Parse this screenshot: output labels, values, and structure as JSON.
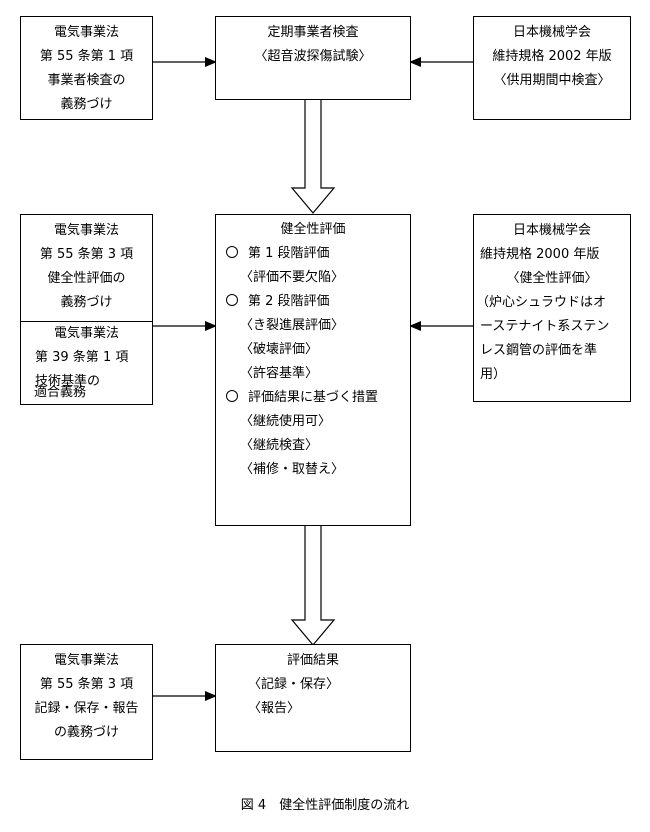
{
  "top_left": {
    "lines": [
      "電気事業法",
      "第 55 条第 1 項",
      "事業者検査の",
      "義務づけ"
    ]
  },
  "top_center": {
    "lines": [
      "定期事業者検査",
      "〈超音波探傷試験〉"
    ]
  },
  "top_right": {
    "lines": [
      "日本機械学会",
      "維持規格 2002 年版",
      "〈供用期間中検査〉"
    ]
  },
  "mid_left_upper": {
    "lines": [
      "電気事業法",
      "第 55 条第 3 項",
      "健全性評価の",
      "義務づけ"
    ]
  },
  "mid_left_lower": {
    "lines": [
      "電気事業法",
      "第 39 条第 1 項",
      "技術基準の",
      "適合義務"
    ]
  },
  "center": {
    "title": "健全性評価",
    "items": [
      {
        "heading": "第 1 段階評価",
        "subs": [
          "〈評価不要欠陥〉"
        ]
      },
      {
        "heading": "第 2 段階評価",
        "subs": [
          "〈き裂進展評価〉",
          "〈破壊評価〉",
          "〈許容基準〉"
        ]
      },
      {
        "heading": "評価結果に基づく措置",
        "subs": [
          "〈継続使用可〉",
          "〈継続検査〉",
          "〈補修・取替え〉"
        ]
      }
    ]
  },
  "mid_right": {
    "lines": [
      "日本機械学会",
      "維持規格 2000 年版",
      "〈健全性評価〉",
      "（炉心シュラウドはオ",
      "ーステナイト系ステン",
      "レス鋼管の評価を準",
      "用）"
    ]
  },
  "bottom_left": {
    "lines": [
      "電気事業法",
      "第 55 条第 3 項",
      "記録・保存・報告",
      "の義務づけ"
    ]
  },
  "bottom_center": {
    "title": "評価結果",
    "subs": [
      "〈記録・保存〉",
      "〈報告〉"
    ]
  },
  "caption": "図 4　健全性評価制度の流れ"
}
